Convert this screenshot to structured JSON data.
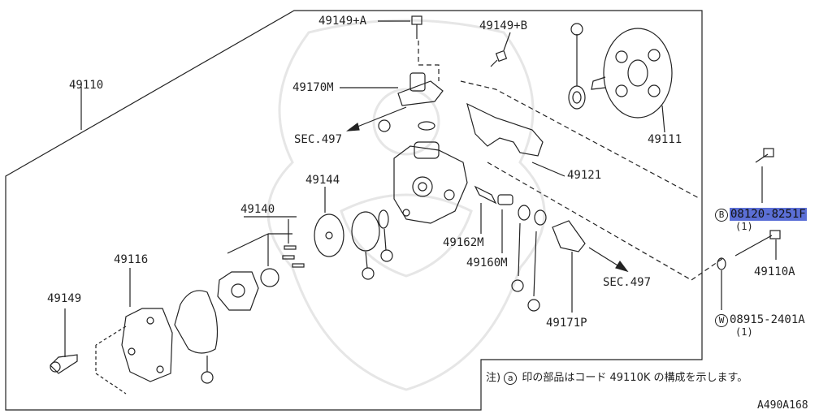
{
  "labels": {
    "p49110": "49110",
    "p49149a": "49149+A",
    "p49149b": "49149+B",
    "p49170m": "49170M",
    "sec497_top": "SEC.497",
    "p49111": "49111",
    "p49121": "49121",
    "p49144": "49144",
    "p49140": "49140",
    "p49162m": "49162M",
    "p49160m": "49160M",
    "p49116": "49116",
    "p49149": "49149",
    "sec497_bottom": "SEC.497",
    "p49171p": "49171P",
    "p49110a": "49110A",
    "bolt_code": "08120-8251F",
    "bolt_qty": "(1)",
    "washer_code": "08915-2401A",
    "washer_qty": "(1)",
    "bolt_mark": "B",
    "washer_mark": "W",
    "a_mark": "a"
  },
  "note": {
    "prefix": "注)",
    "text": "印の部品はコード 49110K の構成を示します。"
  },
  "figure_code": "A490A168"
}
